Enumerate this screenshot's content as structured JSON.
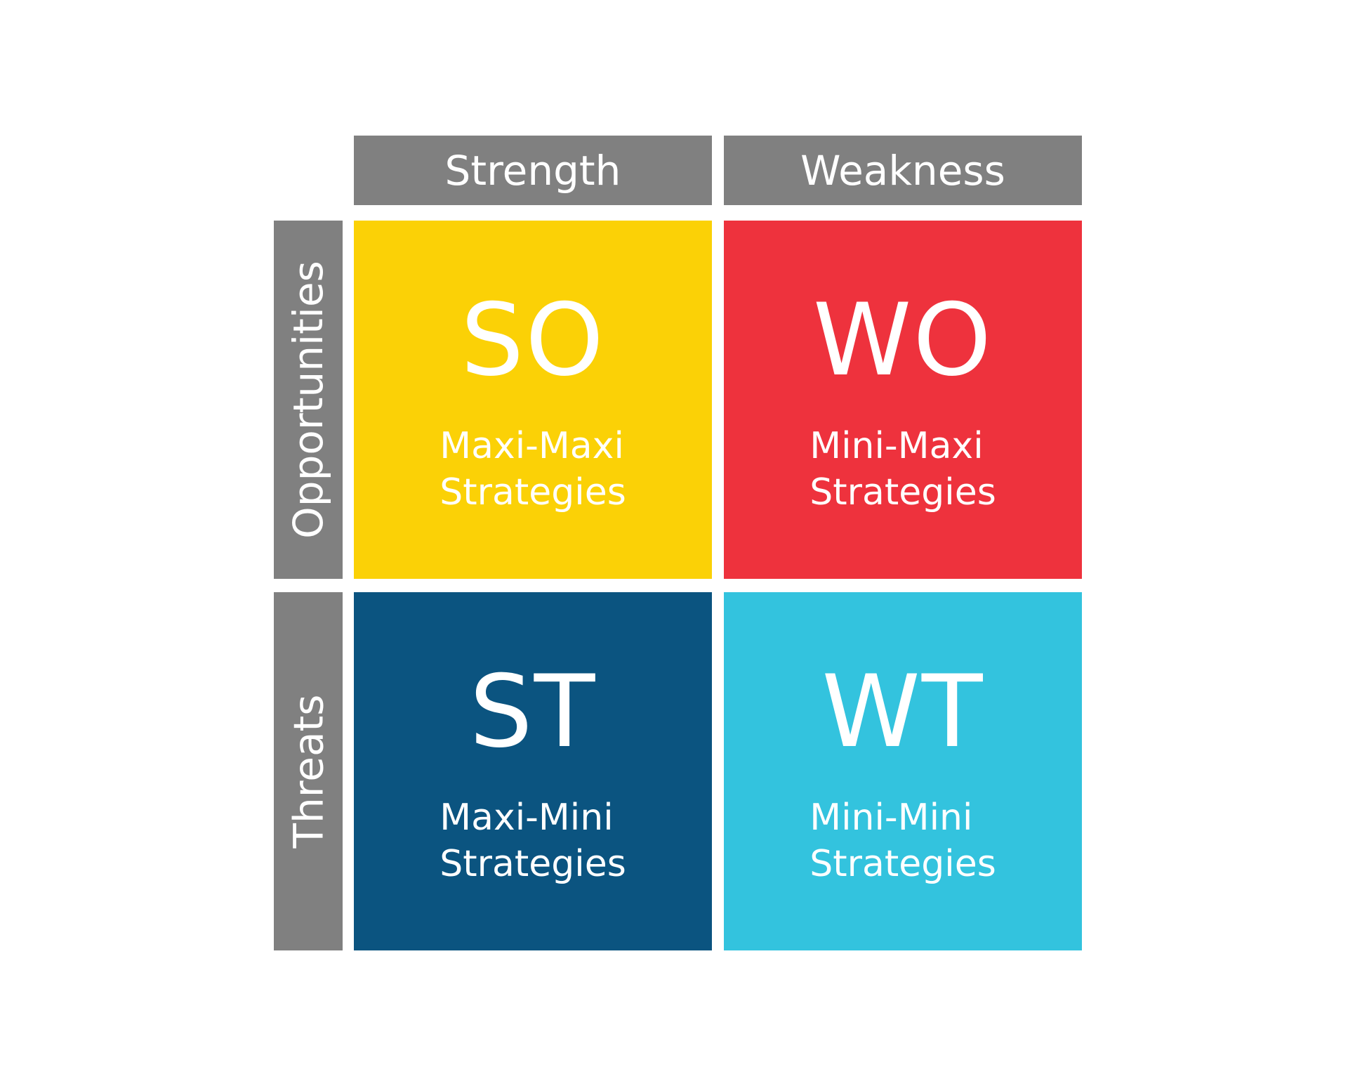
{
  "columns": {
    "strength": "Strength",
    "weakness": "Weakness"
  },
  "rows": {
    "opportunities": "Opportunities",
    "threats": "Threats"
  },
  "cells": {
    "so": {
      "code": "SO",
      "line1": "Maxi-Maxi",
      "line2": "Strategies",
      "color": "#FBD106"
    },
    "wo": {
      "code": "WO",
      "line1": "Mini-Maxi",
      "line2": "Strategies",
      "color": "#EE323D"
    },
    "st": {
      "code": "ST",
      "line1": "Maxi-Mini",
      "line2": "Strategies",
      "color": "#0B5480"
    },
    "wt": {
      "code": "WT",
      "line1": "Mini-Mini",
      "line2": "Strategies",
      "color": "#33C3DE"
    }
  },
  "colors": {
    "header_bg": "#808080",
    "text": "#FFFFFF",
    "background": "#FFFFFF"
  }
}
